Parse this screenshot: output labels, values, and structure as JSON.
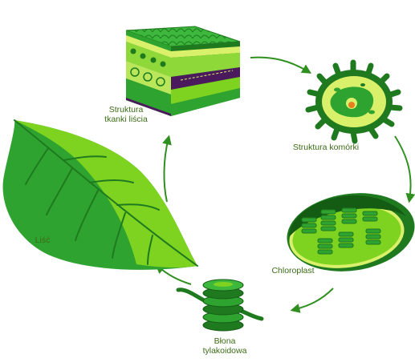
{
  "labels": {
    "tissue": [
      "Struktura",
      "tkanki liścia"
    ],
    "cell": "Struktura komórki",
    "leaf": "Liść",
    "chloroplast": "Chloroplast",
    "thylakoid": [
      "Błona",
      "tylakoidowa"
    ]
  },
  "colors": {
    "label_text": "#3b6b16",
    "arrow": "#2f8f1f",
    "dark_green": "#1f7a1f",
    "mid_green": "#2fa32f",
    "light_green": "#7ed321",
    "pale_yellow": "#d9f06a",
    "purple": "#4a1a5c"
  }
}
